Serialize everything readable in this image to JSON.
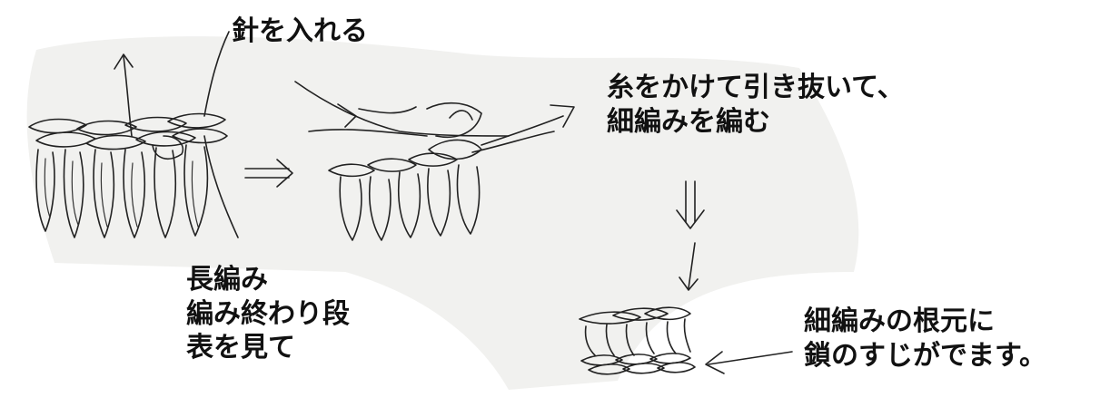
{
  "labels": {
    "insert_needle": "針を入れる",
    "pull_through_line1": "糸をかけて引き抜いて、",
    "pull_through_line2": "細編みを編む",
    "dc_line1": "長編み",
    "dc_line2": "編み終わり段",
    "dc_line3": "表を見て",
    "sc_line1": "細編みの根元に",
    "sc_line2": "鎖のすじがでます。"
  },
  "colors": {
    "ink": "#222222",
    "paper_shading": "#f1f1ef",
    "background": "#ffffff"
  }
}
